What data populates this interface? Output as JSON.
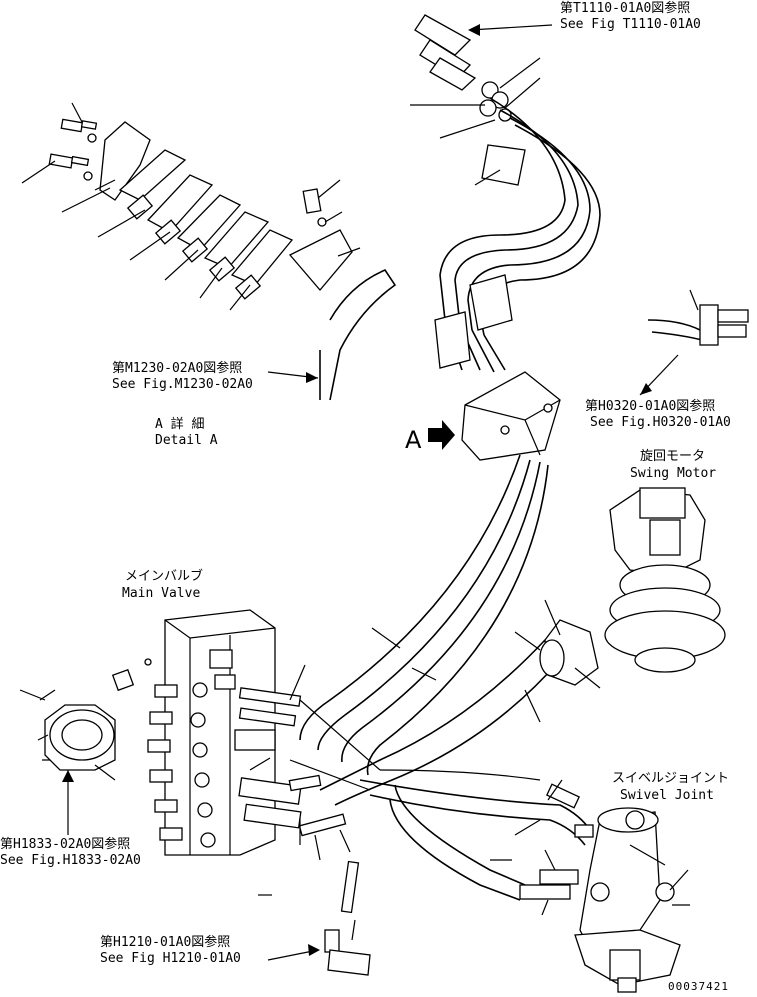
{
  "refs": {
    "t1110": {
      "jp": "第T1110-01A0図参照",
      "en": "See Fig T1110-01A0"
    },
    "m1230": {
      "jp": "第M1230-02A0図参照",
      "en": "See Fig.M1230-02A0"
    },
    "h0320": {
      "jp": "第H0320-01A0図参照",
      "en": "See Fig.H0320-01A0"
    },
    "h1833": {
      "jp": "第H1833-02A0図参照",
      "en": "See Fig.H1833-02A0"
    },
    "h1210": {
      "jp": "第H1210-01A0図参照",
      "en": "See Fig H1210-01A0"
    }
  },
  "detail": {
    "jp": "A 詳 細",
    "en": "Detail A",
    "marker": "A"
  },
  "components": {
    "main_valve": {
      "jp": "メインバルブ",
      "en": "Main Valve"
    },
    "swing_motor": {
      "jp": "旋回モータ",
      "en": "Swing Motor"
    },
    "swivel_joint": {
      "jp": "スイベルジョイント",
      "en": "Swivel Joint"
    }
  },
  "drawing_id": "00037421"
}
